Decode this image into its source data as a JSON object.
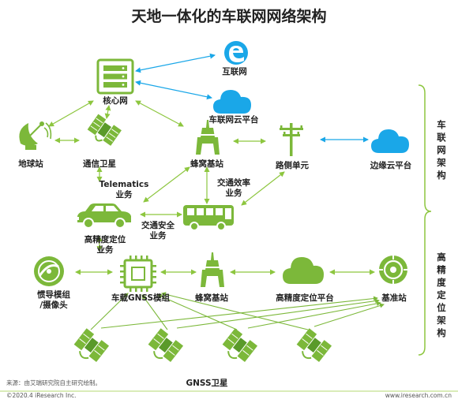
{
  "title": "天地一体化的车联网网络架构",
  "labels": {
    "internet": "互联网",
    "cloud_platform": "车联网云平台",
    "core_network": "核心网",
    "earth_station": "地球站",
    "comm_satellite": "通信卫星",
    "cell_station_top": "蜂窝基站",
    "roadside_unit": "路侧单元",
    "edge_cloud": "边缘云平台",
    "telematics": "Telematics\n业务",
    "traffic_efficiency": "交通效率\n业务",
    "traffic_safety": "交通安全\n业务",
    "hd_positioning": "高精度定位\n业务",
    "inertial_module": "惯导模组\n/摄像头",
    "gnss_module": "车载GNSS模组",
    "cell_station_bottom": "蜂窝基站",
    "hd_platform": "高精度定位平台",
    "base_station": "基准站",
    "gnss_satellite": "GNSS卫星"
  },
  "side_labels": {
    "iov_architecture": "车联网架构",
    "hd_architecture": "高精度定位架构"
  },
  "footer": {
    "source": "来源：由艾瑞研究院自主研究绘制。",
    "copyright": "©2020.4 iResearch Inc.",
    "website": "www.iresearch.com.cn"
  },
  "colors": {
    "green": "#8dc63f",
    "blue": "#1aa7e8",
    "accent_light_green": "#b5d970"
  }
}
